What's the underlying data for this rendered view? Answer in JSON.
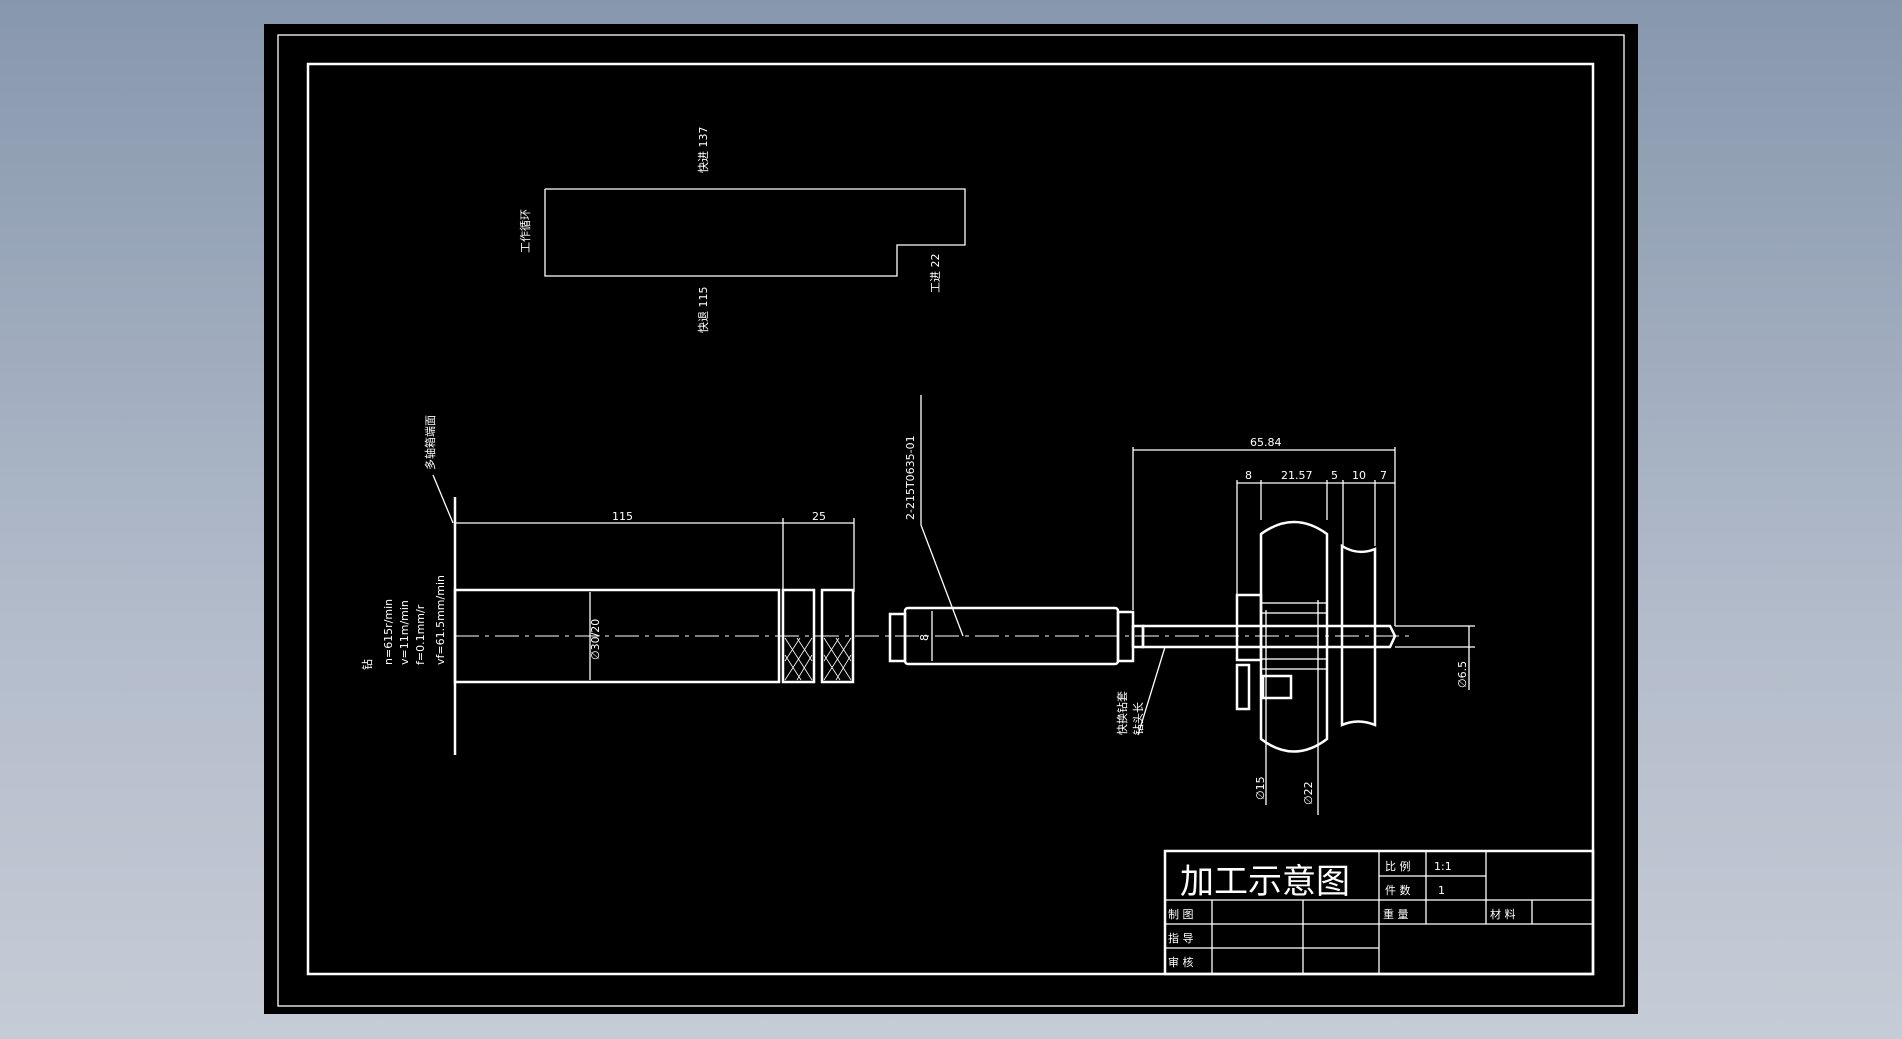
{
  "cycle": {
    "rapid_forward": "快进 137",
    "work_cycle": "工作循环",
    "work_feed": "工进 22",
    "rapid_return": "快退 115"
  },
  "spindle": {
    "face_label": "多轴箱端面",
    "params": [
      "钻",
      "n=615r/min",
      "v=11m/min",
      "f=0.1mm/r",
      "vf=61.5mm/min"
    ],
    "dim_115": "115",
    "dim_25": "25",
    "dia_30_20": "∅30/20",
    "part_no": "2-215T0635-01",
    "dim_8": "8"
  },
  "fixture": {
    "dim_total": "65.84",
    "dims": [
      "8",
      "21.57",
      "5",
      "10",
      "7"
    ],
    "dia_65": "∅6.5",
    "dia_15": "∅15",
    "dia_22": "∅22",
    "bush_label": [
      "快换钻套",
      "钻头长"
    ]
  },
  "title_block": {
    "title": "加工示意图",
    "scale_label": "比 例",
    "scale_value": "1:1",
    "qty_label": "件 数",
    "qty_value": "1",
    "weight_label": "重 量",
    "material_label": "材 料",
    "drawn_label": "制 图",
    "guide_label": "指 导",
    "check_label": "审 核"
  }
}
